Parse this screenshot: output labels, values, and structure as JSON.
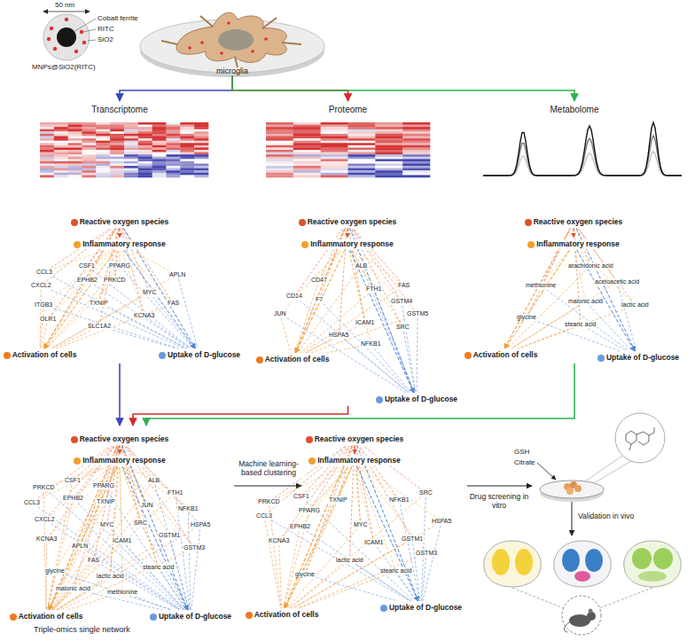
{
  "diagram": {
    "nodes": [
      {
        "text": [
          "microglia"
        ]
      },
      {
        "text": [
          "Transcriptome"
        ]
      },
      {
        "text": [
          "Reactive oxygen species"
        ],
        "in": 1
      },
      {
        "text": [
          "Inflammatory response"
        ],
        "in": 1
      },
      {
        "text": [
          "Activation of cells"
        ],
        "in": 1
      },
      {
        "text": [
          "Uptake of D-glucose"
        ],
        "in": 1
      },
      {
        "text": [
          "Proteome"
        ]
      },
      {
        "text": [
          "Reactive oxygen species"
        ],
        "in": 6
      },
      {
        "text": [
          "Inflammatory response"
        ],
        "in": 6
      },
      {
        "text": [
          "Activation of cells"
        ],
        "in": 6
      },
      {
        "text": [
          "Uptake of D-glucose"
        ],
        "in": 6
      },
      {
        "text": [
          "Metabolome"
        ]
      },
      {
        "text": [
          "Reactive oxygen species"
        ],
        "in": 11
      },
      {
        "text": [
          "Inflammatory response"
        ],
        "in": 11
      },
      {
        "text": [
          "Activation of cells"
        ],
        "in": 11
      },
      {
        "text": [
          "Uptake of D-glucose"
        ],
        "in": 11
      },
      {
        "text": [
          "Triple-omics single network"
        ]
      },
      {
        "text": [
          "Reactive oxygen species"
        ],
        "in": 16
      },
      {
        "text": [
          "Inflammatory response"
        ],
        "in": 16
      },
      {
        "text": [
          "Activation of cells"
        ],
        "in": 16
      },
      {
        "text": [
          "Uptake of D-glucose"
        ],
        "in": 16
      },
      {
        "text": [
          "Reactive oxygen species"
        ]
      },
      {
        "text": [
          "Inflammatory response"
        ]
      },
      {
        "text": [
          "Activation of cells"
        ]
      },
      {
        "text": [
          "Uptake of D-glucose"
        ]
      }
    ],
    "edges": [
      {
        "from": 0,
        "to": 1,
        "arrow": "to"
      },
      {
        "from": 0,
        "to": 6,
        "arrow": "to"
      },
      {
        "from": 0,
        "to": 11,
        "arrow": "to"
      },
      {
        "from": 1,
        "to": 16,
        "arrow": "to"
      },
      {
        "from": 6,
        "to": 16,
        "arrow": "to"
      },
      {
        "from": 11,
        "to": 16,
        "arrow": "to"
      },
      {
        "from": 2,
        "to": 3,
        "arrow": "to"
      },
      {
        "from": 2,
        "to": 4,
        "arrow": "to"
      },
      {
        "from": 2,
        "to": 5,
        "arrow": "to"
      },
      {
        "from": 3,
        "to": 4,
        "arrow": "to"
      },
      {
        "from": 3,
        "to": 5,
        "arrow": "to"
      },
      {
        "from": 7,
        "to": 8,
        "arrow": "to"
      },
      {
        "from": 7,
        "to": 9,
        "arrow": "to"
      },
      {
        "from": 7,
        "to": 10,
        "arrow": "to"
      },
      {
        "from": 8,
        "to": 9,
        "arrow": "to"
      },
      {
        "from": 8,
        "to": 10,
        "arrow": "to"
      },
      {
        "from": 12,
        "to": 13,
        "arrow": "to"
      },
      {
        "from": 12,
        "to": 14,
        "arrow": "to"
      },
      {
        "from": 12,
        "to": 15,
        "arrow": "to"
      },
      {
        "from": 13,
        "to": 14,
        "arrow": "to"
      },
      {
        "from": 13,
        "to": 15,
        "arrow": "to"
      },
      {
        "from": 17,
        "to": 18,
        "arrow": "to"
      },
      {
        "from": 17,
        "to": 19,
        "arrow": "to"
      },
      {
        "from": 17,
        "to": 20,
        "arrow": "to"
      },
      {
        "from": 18,
        "to": 19,
        "arrow": "to"
      },
      {
        "from": 18,
        "to": 20,
        "arrow": "to"
      },
      {
        "from": 21,
        "to": 22,
        "arrow": "to"
      },
      {
        "from": 21,
        "to": 23,
        "arrow": "to"
      },
      {
        "from": 21,
        "to": 24,
        "arrow": "to"
      },
      {
        "from": 22,
        "to": 23,
        "arrow": "to"
      },
      {
        "from": 22,
        "to": 24,
        "arrow": "to"
      }
    ],
    "labels": [
      "50 nm",
      "Cobalt ferrite",
      "RITC",
      "SiO2",
      "MNPs@SiO2(RITC)",
      "CCL3",
      "CXCL2",
      "ITGB3",
      "OLR1",
      "CSF1",
      "EPHB2",
      "PPARG",
      "PRKCD",
      "TXNIP",
      "MYC",
      "APLN",
      "FAS",
      "KCNA3",
      "SLC1A2",
      "ALB",
      "CD47",
      "CD14",
      "F7",
      "FTH1",
      "FAS",
      "GSTM4",
      "GSTM5",
      "JUN",
      "ICAM1",
      "SRC",
      "HSPA5",
      "NFKB1",
      "arachidonic acid",
      "methionine",
      "acetoacetic acid",
      "malonic acid",
      "lactic acid",
      "glycine",
      "stearic acid",
      "PRKCD",
      "CSF1",
      "CCL3",
      "EPHB2",
      "PPARG",
      "TXNIP",
      "CXCL2",
      "ALB",
      "FTH1",
      "JUN",
      "NFKB1",
      "HSPA5",
      "GSTM1",
      "GSTM3",
      "SRC",
      "MYC",
      "ICAM1",
      "KCNA3",
      "APLN",
      "FAS",
      "glycine",
      "lactic acid",
      "stearic acid",
      "malonic acid",
      "methionine",
      "PRKCD",
      "CSF1",
      "CCL3",
      "EPHB2",
      "TXNIP",
      "NFKB1",
      "SRC",
      "HSPA5",
      "MYC",
      "ICAM1",
      "GSTM1",
      "GSTM3",
      "KCNA3",
      "glycine",
      "lactic acid",
      "stearic acid",
      "PPARG",
      "Machine learning-based clustering",
      "Drug screening in vitro",
      "GSH",
      "Citrate",
      "Validation in vivo"
    ]
  }
}
